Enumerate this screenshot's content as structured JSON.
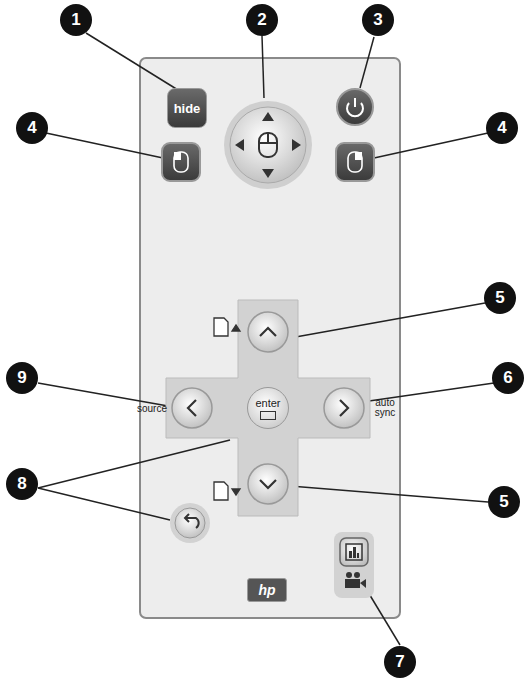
{
  "diagram": {
    "nodes": [
      {
        "text": [
          "hide"
        ]
      },
      {
        "text": [
          "enter"
        ]
      },
      {
        "text": [
          "hp"
        ]
      }
    ],
    "labels": [
      "1",
      "2",
      "3",
      "4",
      "4",
      "5",
      "9",
      "6",
      "8",
      "5",
      "7",
      "source",
      "auto sync"
    ]
  }
}
